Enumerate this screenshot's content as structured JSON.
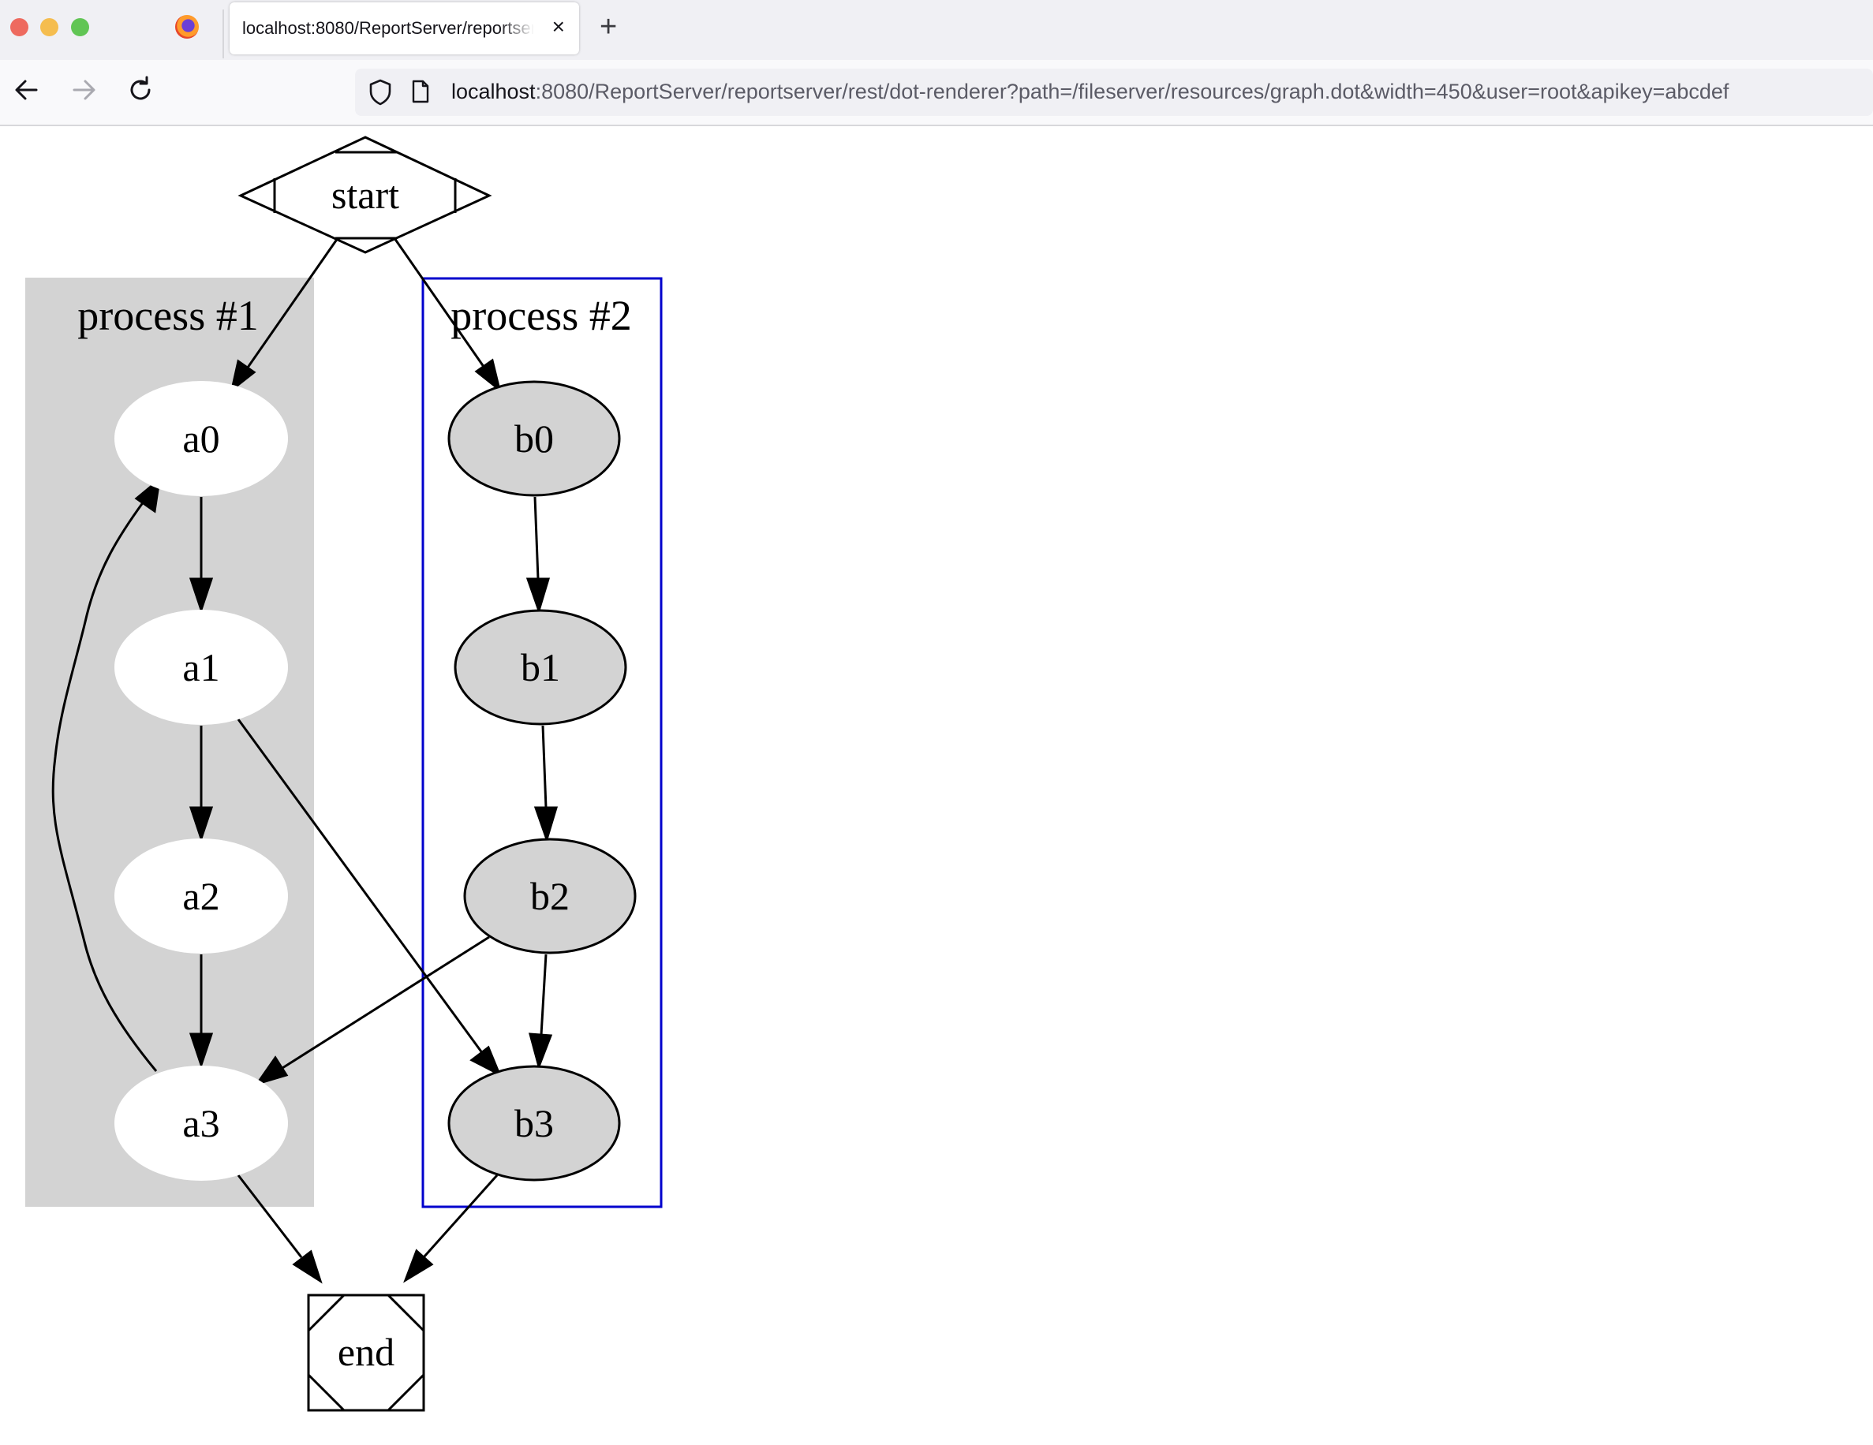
{
  "browser": {
    "tab_title": "localhost:8080/ReportServer/reportserver/rest/dot-renderer?path=/fileserver/resources/graph.dot&width=450&user=root&apikey=abcdef",
    "tab_close_label": "×",
    "new_tab_label": "+",
    "url_host": "localhost",
    "url_rest": ":8080/ReportServer/reportserver/rest/dot-renderer?path=/fileserver/resources/graph.dot&width=450&user=root&apikey=abcdef",
    "icons": [
      "firefox-icon",
      "back-arrow-icon",
      "forward-arrow-icon",
      "reload-icon",
      "shield-icon",
      "page-icon"
    ]
  },
  "graph": {
    "clusters": [
      {
        "label": "process #1",
        "style": "filled",
        "fill": "#d3d3d3"
      },
      {
        "label": "process #2",
        "style": "outline",
        "color": "#0000cd"
      }
    ],
    "nodes": {
      "start": "start",
      "end": "end",
      "a0": "a0",
      "a1": "a1",
      "a2": "a2",
      "a3": "a3",
      "b0": "b0",
      "b1": "b1",
      "b2": "b2",
      "b3": "b3"
    },
    "node_colors": {
      "a_fill": "#ffffff",
      "b_fill": "#d3d3d3",
      "stroke": "#000000"
    },
    "edges": [
      [
        "start",
        "a0"
      ],
      [
        "start",
        "b0"
      ],
      [
        "a0",
        "a1"
      ],
      [
        "a1",
        "a2"
      ],
      [
        "a2",
        "a3"
      ],
      [
        "a3",
        "a0"
      ],
      [
        "a1",
        "b3"
      ],
      [
        "b0",
        "b1"
      ],
      [
        "b1",
        "b2"
      ],
      [
        "b2",
        "b3"
      ],
      [
        "b2",
        "a3"
      ],
      [
        "a3",
        "end"
      ],
      [
        "b3",
        "end"
      ]
    ]
  }
}
